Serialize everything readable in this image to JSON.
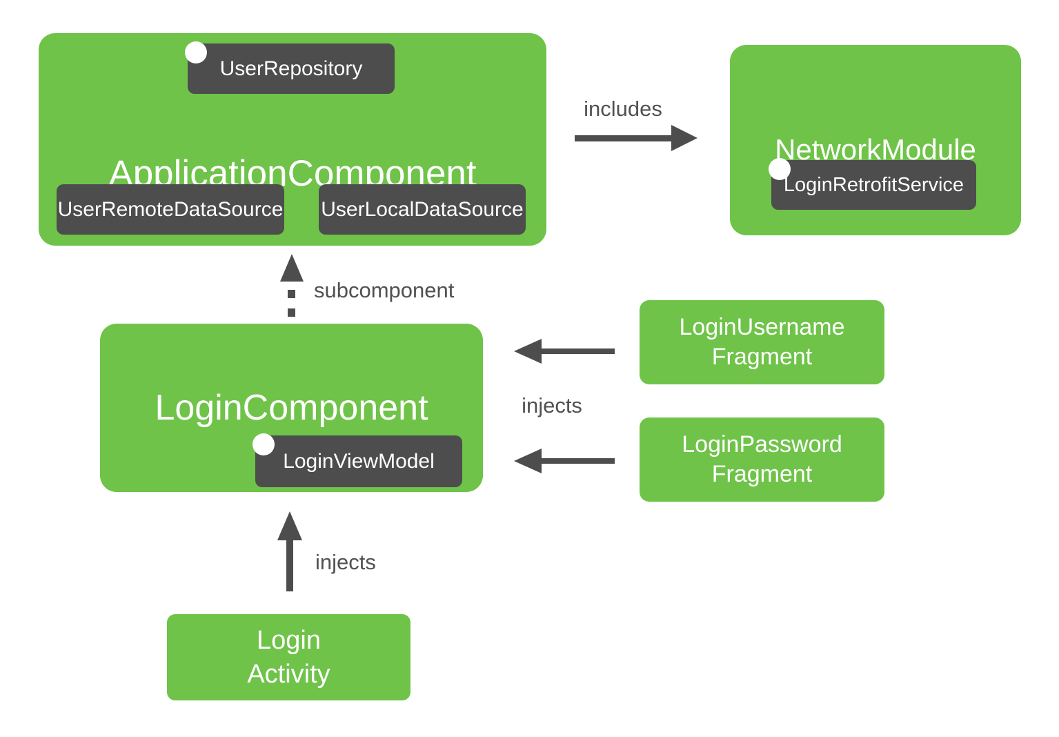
{
  "colors": {
    "node_green": "#6FC349",
    "badge_dark": "#4D4D4D",
    "arrow_gray": "#4D4D4D",
    "label_gray": "#515151",
    "text_white": "#FFFFFF",
    "page_bg": "#FFFFFF"
  },
  "nodes": {
    "application_component": {
      "title": "ApplicationComponent"
    },
    "network_module": {
      "title": "NetworkModule"
    },
    "login_component": {
      "title": "LoginComponent"
    },
    "login_username_fragment": {
      "line1": "LoginUsername",
      "line2": "Fragment"
    },
    "login_password_fragment": {
      "line1": "LoginPassword",
      "line2": "Fragment"
    },
    "login_activity": {
      "line1": "Login",
      "line2": "Activity"
    }
  },
  "badges": {
    "user_repository": "UserRepository",
    "user_remote_data_source": "UserRemoteDataSource",
    "user_local_data_source": "UserLocalDataSource",
    "login_retrofit_service": "LoginRetrofitService",
    "login_view_model": "LoginViewModel"
  },
  "edges": {
    "includes": {
      "label": "includes"
    },
    "subcomponent": {
      "label": "subcomponent"
    },
    "injects_fragments": {
      "label": "injects"
    },
    "injects_activity": {
      "label": "injects"
    }
  }
}
